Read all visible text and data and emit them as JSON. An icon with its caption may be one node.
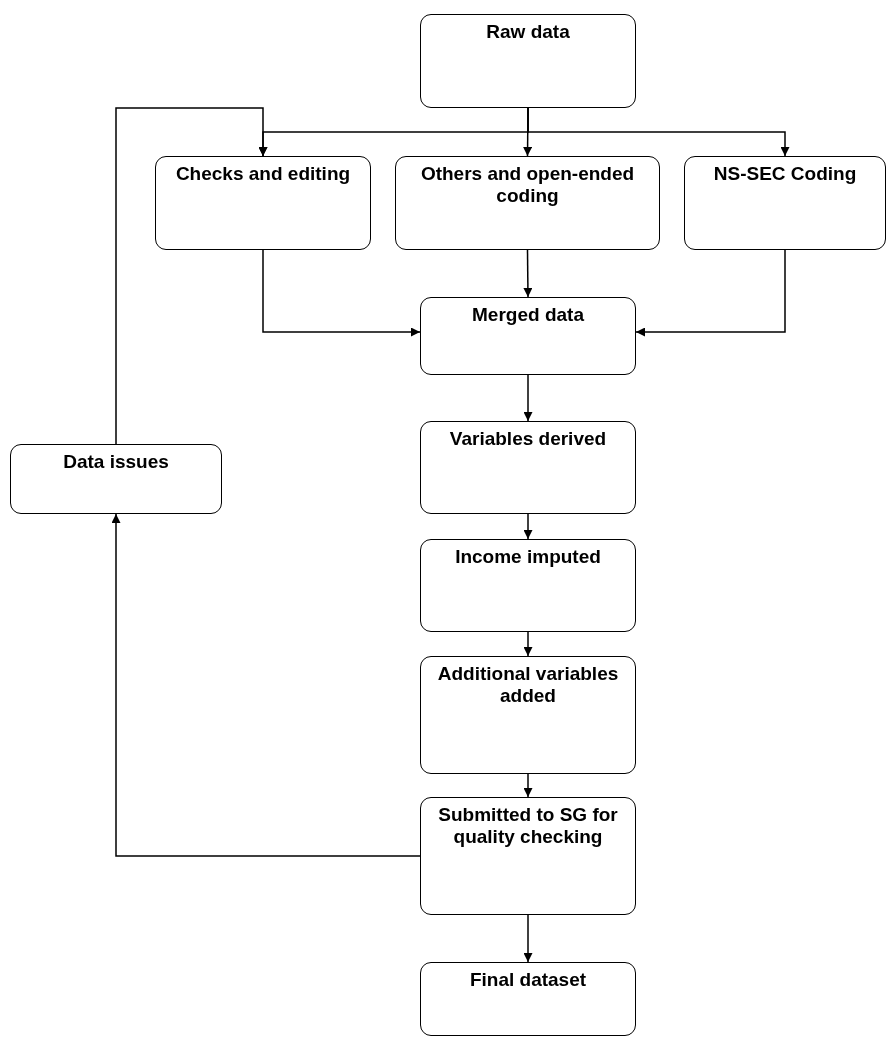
{
  "diagram": {
    "nodes": [
      {
        "text": [
          "Raw data"
        ]
      },
      {
        "text": [
          "Checks and editing"
        ]
      },
      {
        "text": [
          "Others and open-ended coding"
        ]
      },
      {
        "text": [
          "NS-SEC Coding"
        ]
      },
      {
        "text": [
          "Merged data"
        ]
      },
      {
        "text": [
          "Data issues"
        ]
      },
      {
        "text": [
          "Variables derived"
        ]
      },
      {
        "text": [
          "Income imputed"
        ]
      },
      {
        "text": [
          "Additional variables added"
        ]
      },
      {
        "text": [
          "Submitted to SG for quality checking"
        ]
      },
      {
        "text": [
          "Final dataset"
        ]
      }
    ],
    "edges": [
      {
        "from": 0,
        "to": 1,
        "arrow": "to"
      },
      {
        "from": 0,
        "to": 2,
        "arrow": "to"
      },
      {
        "from": 0,
        "to": 3,
        "arrow": "to"
      },
      {
        "from": 5,
        "to": 1,
        "arrow": "to"
      },
      {
        "from": 1,
        "to": 4,
        "arrow": "to"
      },
      {
        "from": 2,
        "to": 4,
        "arrow": "to"
      },
      {
        "from": 3,
        "to": 4,
        "arrow": "to"
      },
      {
        "from": 4,
        "to": 6,
        "arrow": "to"
      },
      {
        "from": 6,
        "to": 7,
        "arrow": "to"
      },
      {
        "from": 7,
        "to": 8,
        "arrow": "to"
      },
      {
        "from": 8,
        "to": 9,
        "arrow": "to"
      },
      {
        "from": 9,
        "to": 10,
        "arrow": "to"
      },
      {
        "from": 9,
        "to": 5,
        "arrow": "to"
      }
    ]
  }
}
